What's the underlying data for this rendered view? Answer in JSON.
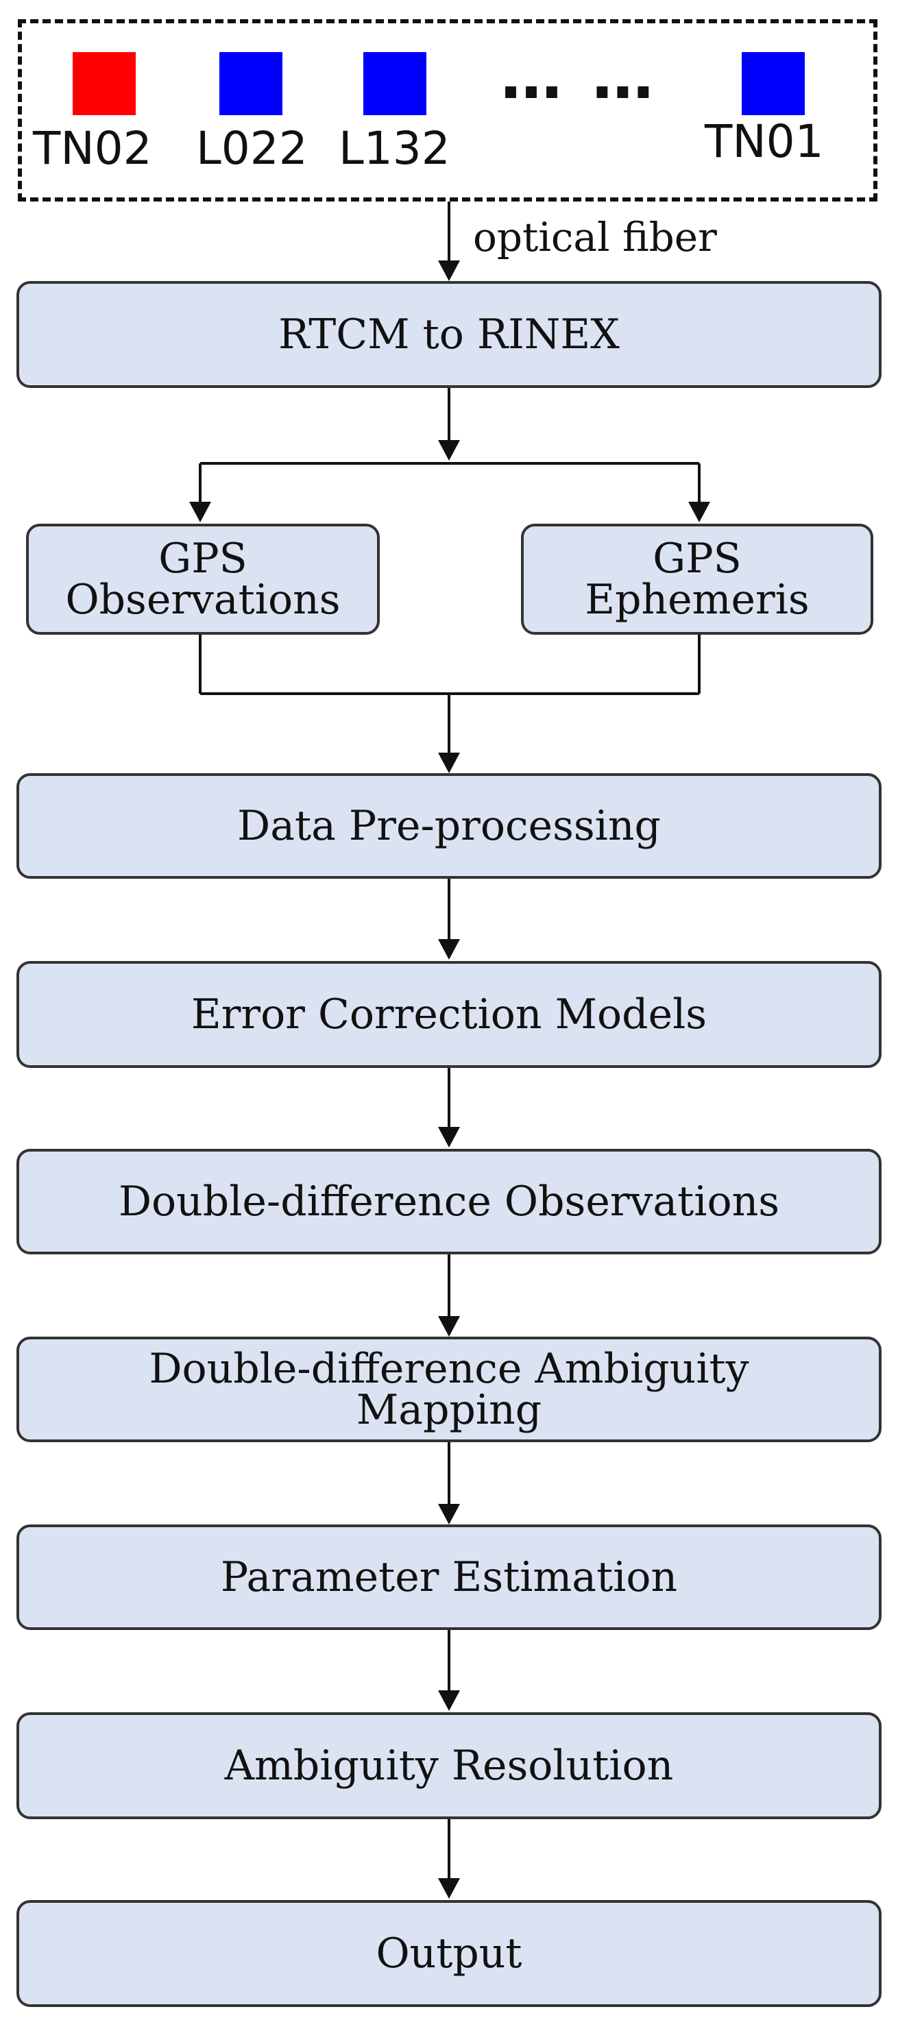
{
  "stations": [
    {
      "label": "TN02",
      "color": "#ff0000"
    },
    {
      "label": "L022",
      "color": "#0000ff"
    },
    {
      "label": "L132",
      "color": "#0000ff"
    },
    {
      "label": "TN01",
      "color": "#0000ff"
    }
  ],
  "ellipsis": "… …",
  "connector_label": "optical fiber",
  "nodes": {
    "rtcm": "RTCM to RINEX",
    "gps_obs_1": "GPS",
    "gps_obs_2": "Observations",
    "gps_eph_1": "GPS",
    "gps_eph_2": "Ephemeris",
    "preprocess": "Data Pre-processing",
    "error": "Error Correction Models",
    "dd_obs": "Double-difference Observations",
    "dd_amb_1": "Double-difference Ambiguity",
    "dd_amb_2": "Mapping",
    "param": "Parameter Estimation",
    "amb_res": "Ambiguity Resolution",
    "output": "Output"
  },
  "colors": {
    "box_fill": "#dbe3f2",
    "box_border": "#333333",
    "line": "#111111"
  }
}
